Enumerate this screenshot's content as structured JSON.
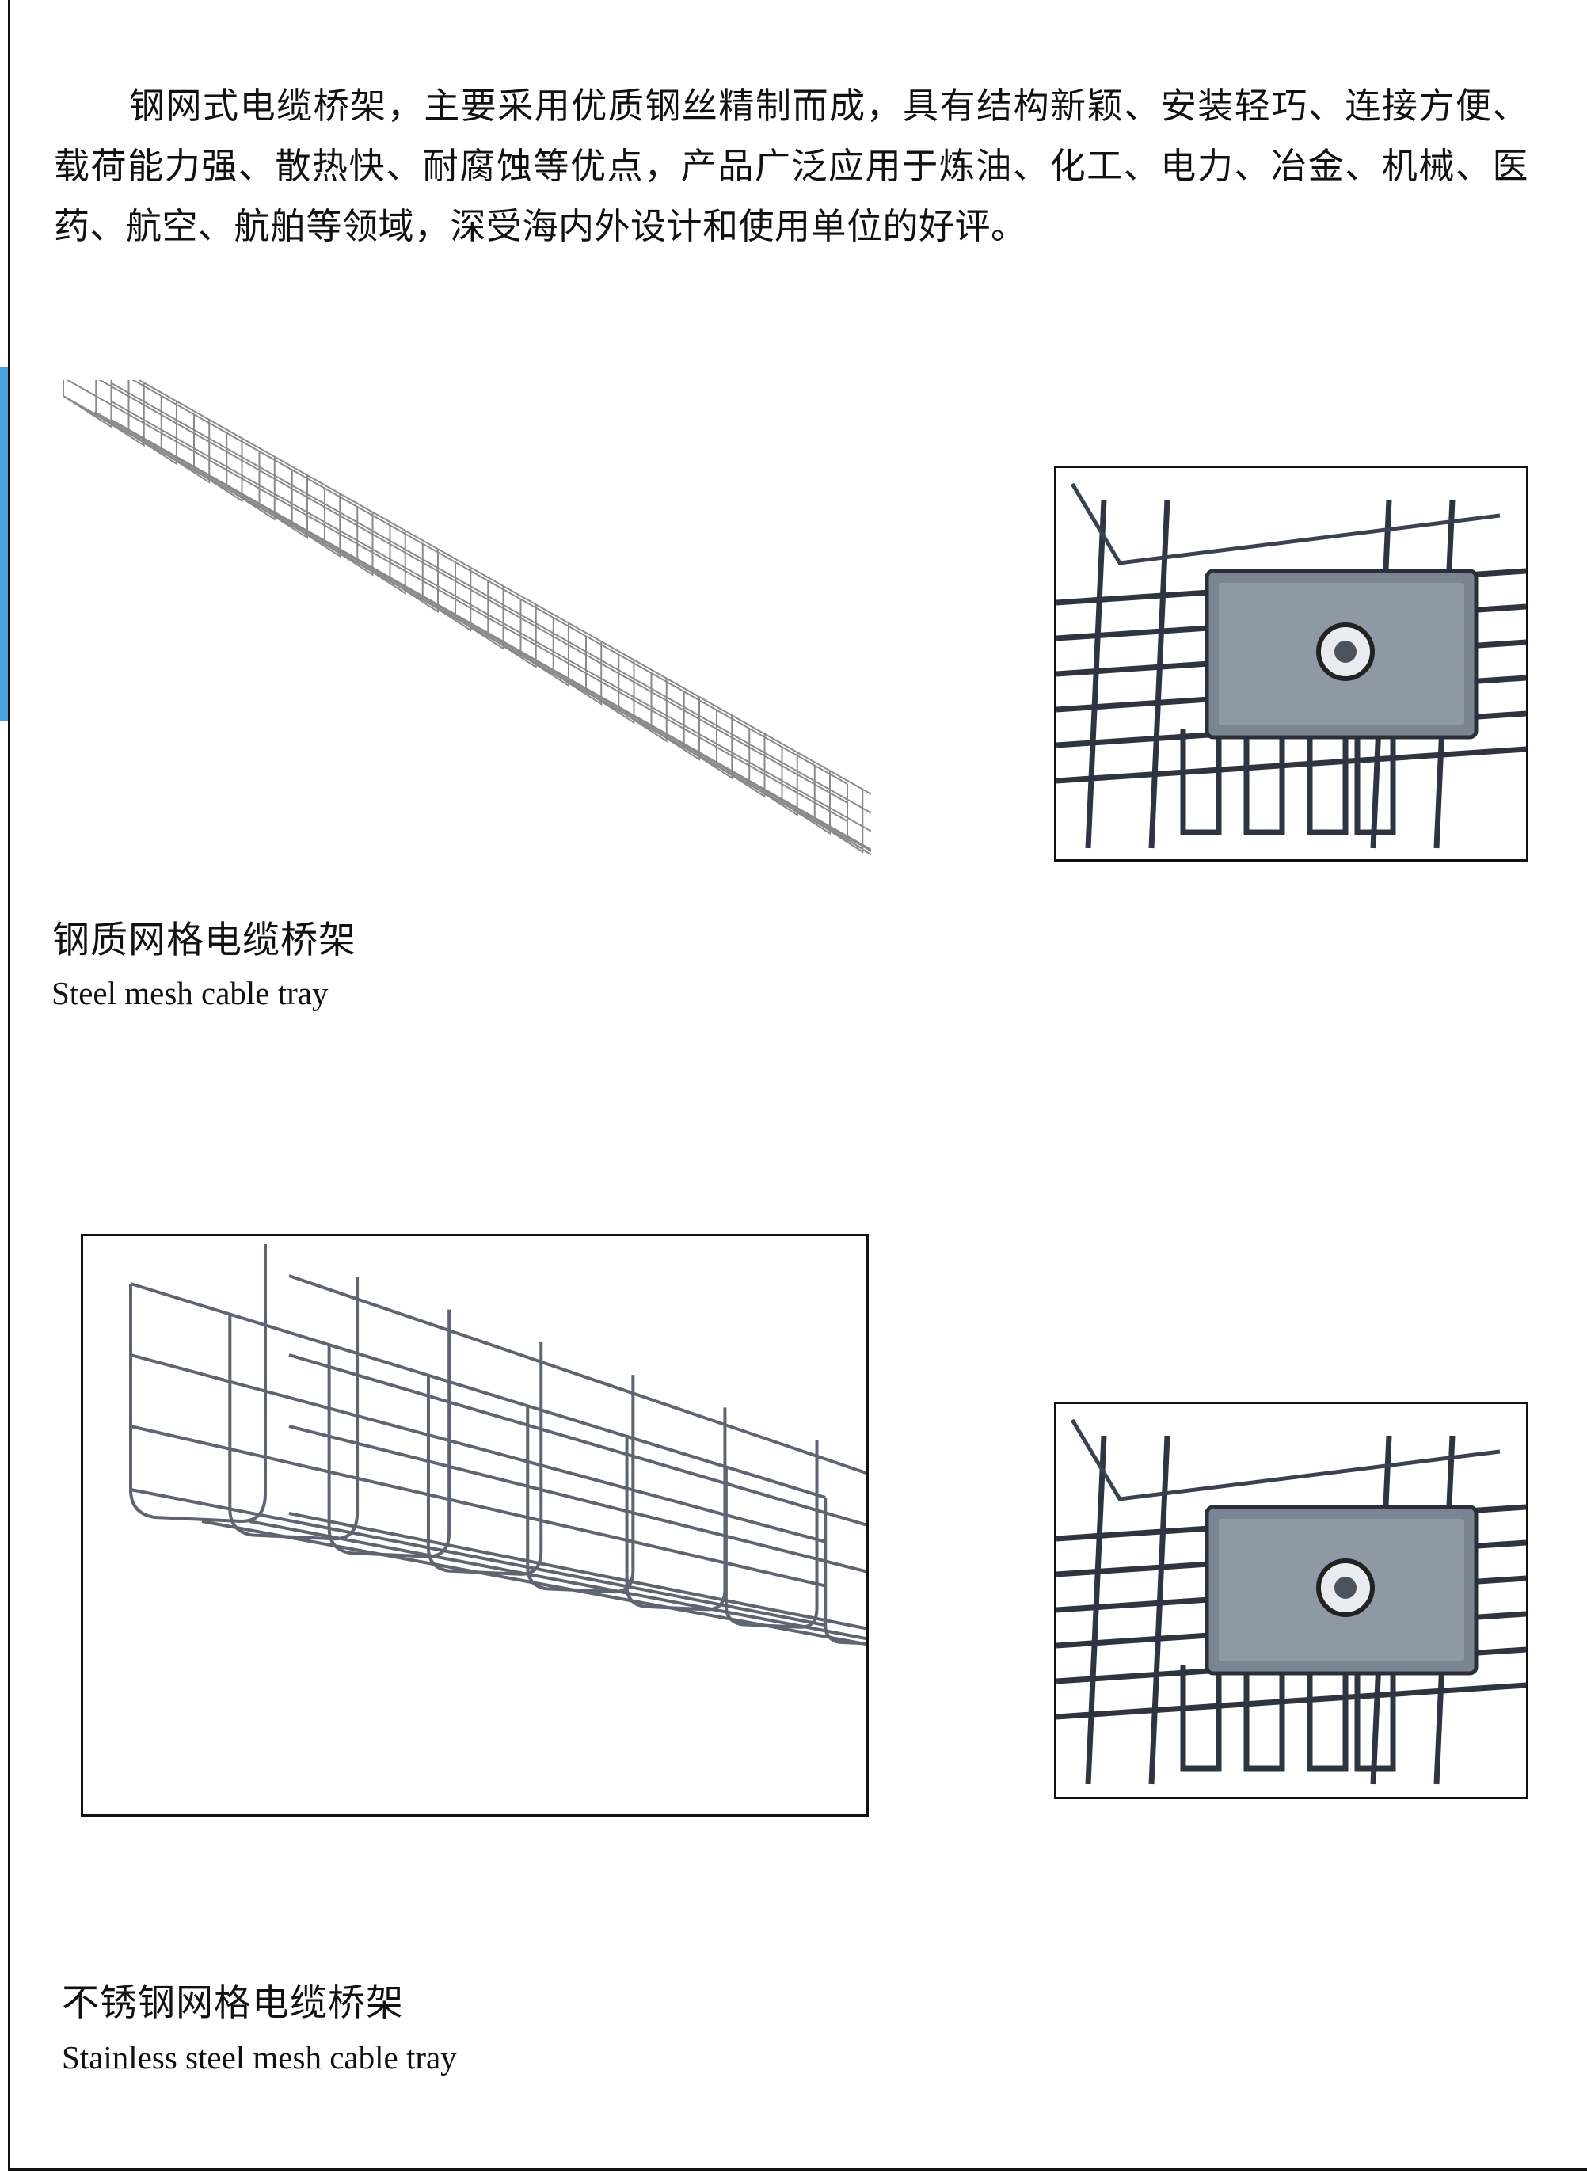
{
  "intro_text": "钢网式电缆桥架，主要采用优质钢丝精制而成，具有结构新颖、安装轻巧、连接方便、载荷能力强、散热快、耐腐蚀等优点，产品广泛应用于炼油、化工、电力、冶金、机械、医药、航空、航舶等领域，深受海内外设计和使用单位的好评。",
  "products": [
    {
      "name_zh": "钢质网格电缆桥架",
      "name_en": "Steel mesh cable tray"
    },
    {
      "name_zh": "不锈钢网格电缆桥架",
      "name_en": "Stainless steel mesh cable tray"
    }
  ],
  "colors": {
    "accent_tab": "#4aa3dc",
    "border": "#111111",
    "mesh_wire": "#8a8a8a",
    "connector_plate": "#7a8594"
  }
}
